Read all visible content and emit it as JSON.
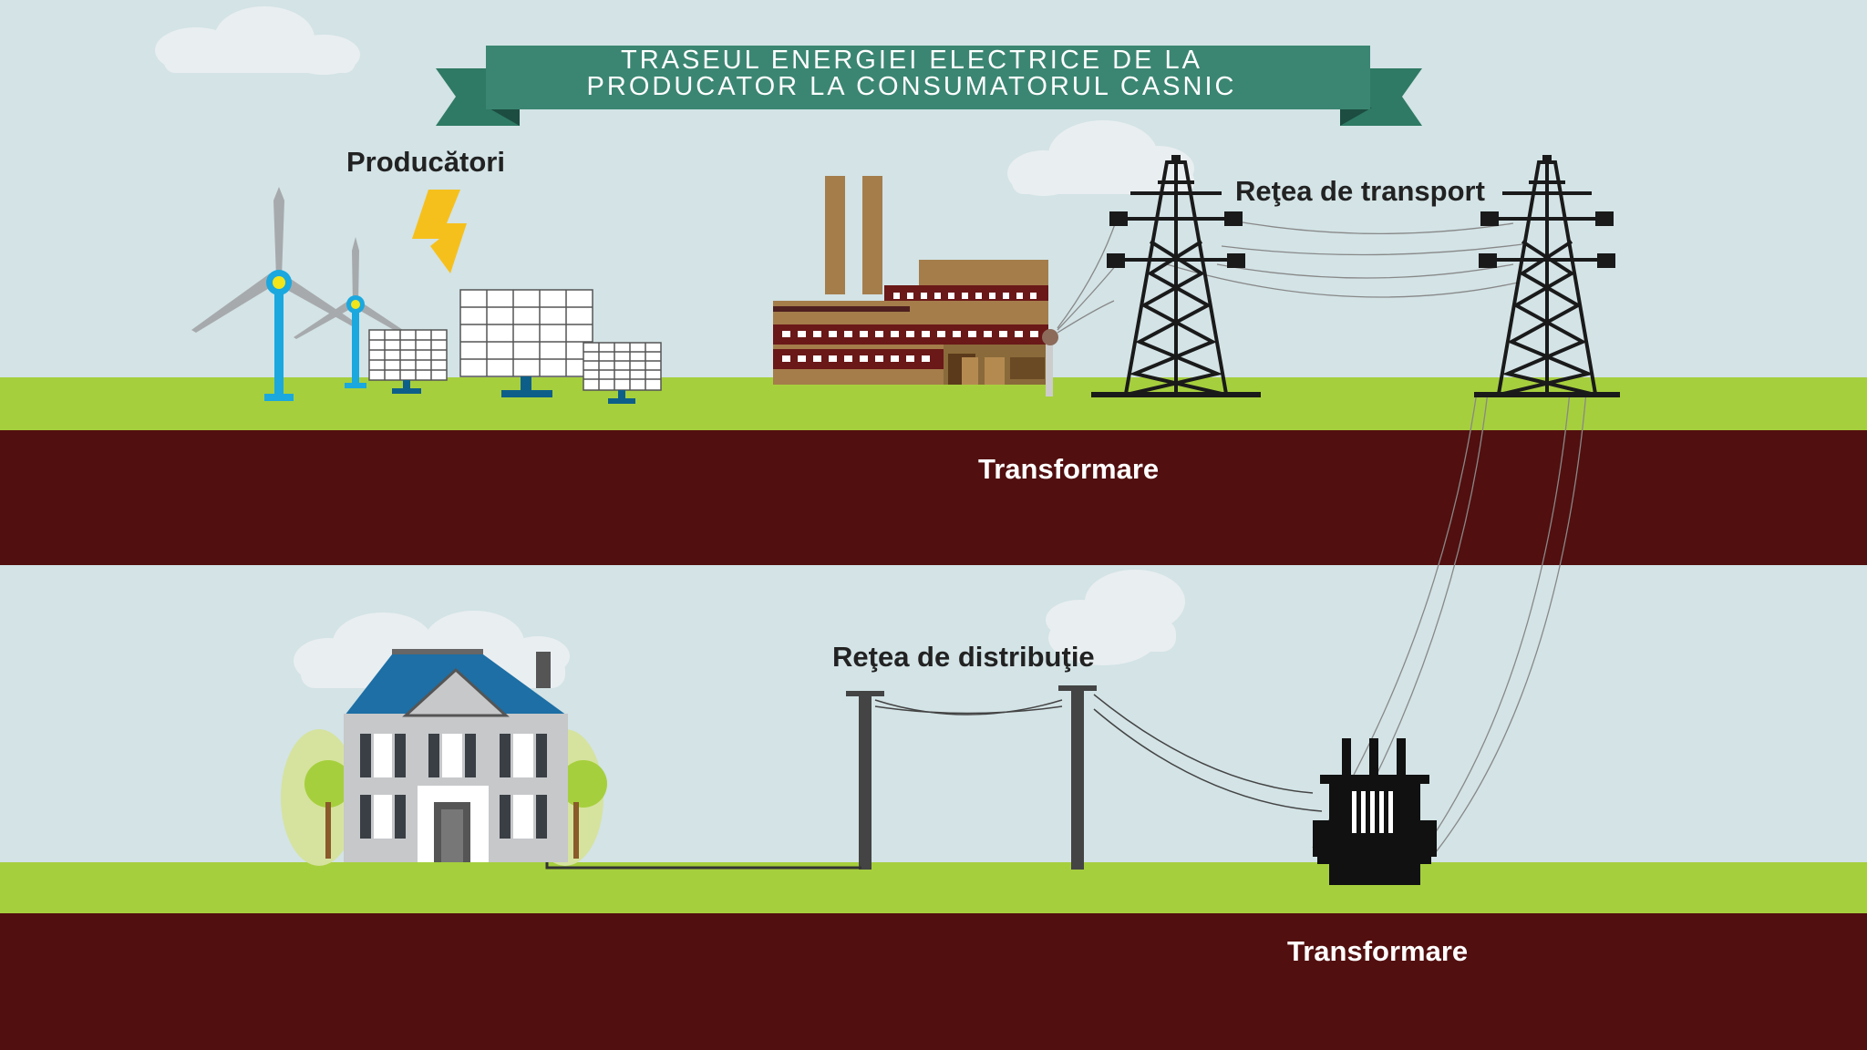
{
  "title": {
    "line1": "TRASEUL ENERGIEI ELECTRICE DE LA",
    "line2": "PRODUCATOR LA CONSUMATORUL CASNIC"
  },
  "labels": {
    "producers": "Producători",
    "transport_network": "Reţea de transport",
    "transformation_top": "Transformare",
    "distribution_network": "Reţea de distribuţie",
    "transformation_bottom": "Transformare"
  },
  "colors": {
    "sky": "#d3e3e6",
    "grass": "#a6cf3d",
    "soil": "#520f0f",
    "banner": "#3b8672",
    "banner_fold": "#23634f",
    "turbine_tower": "#1aa8df",
    "bolt": "#f6c01c",
    "house_roof": "#1d6fa5",
    "factory": "#a47d4b"
  }
}
